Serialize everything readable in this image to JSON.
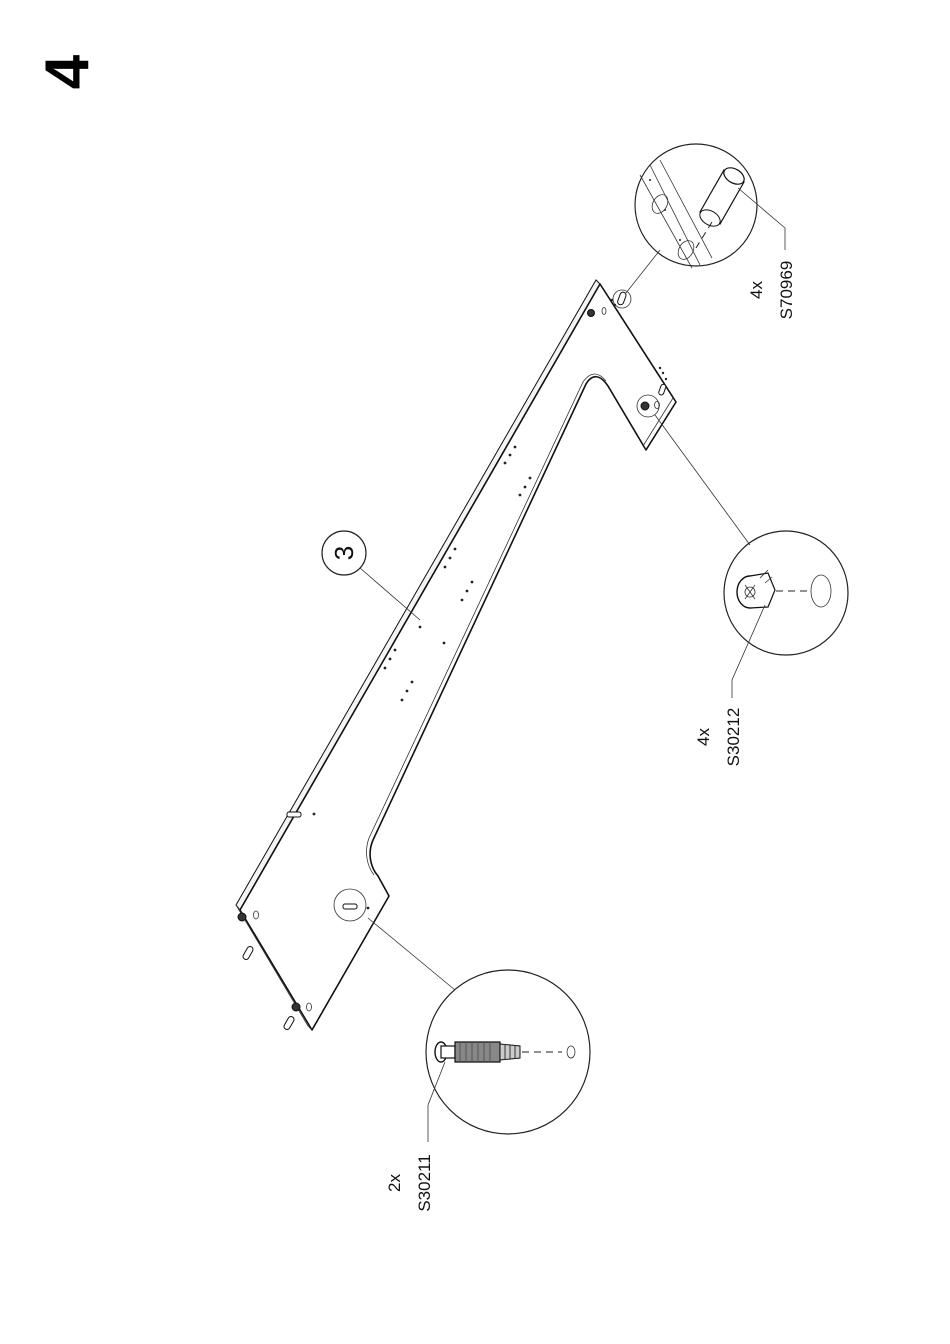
{
  "step_number": "4",
  "part_label": "3",
  "callouts": [
    {
      "qty": "4x",
      "code": "S70969"
    },
    {
      "qty": "4x",
      "code": "S30212"
    },
    {
      "qty": "2x",
      "code": "S30211"
    }
  ]
}
